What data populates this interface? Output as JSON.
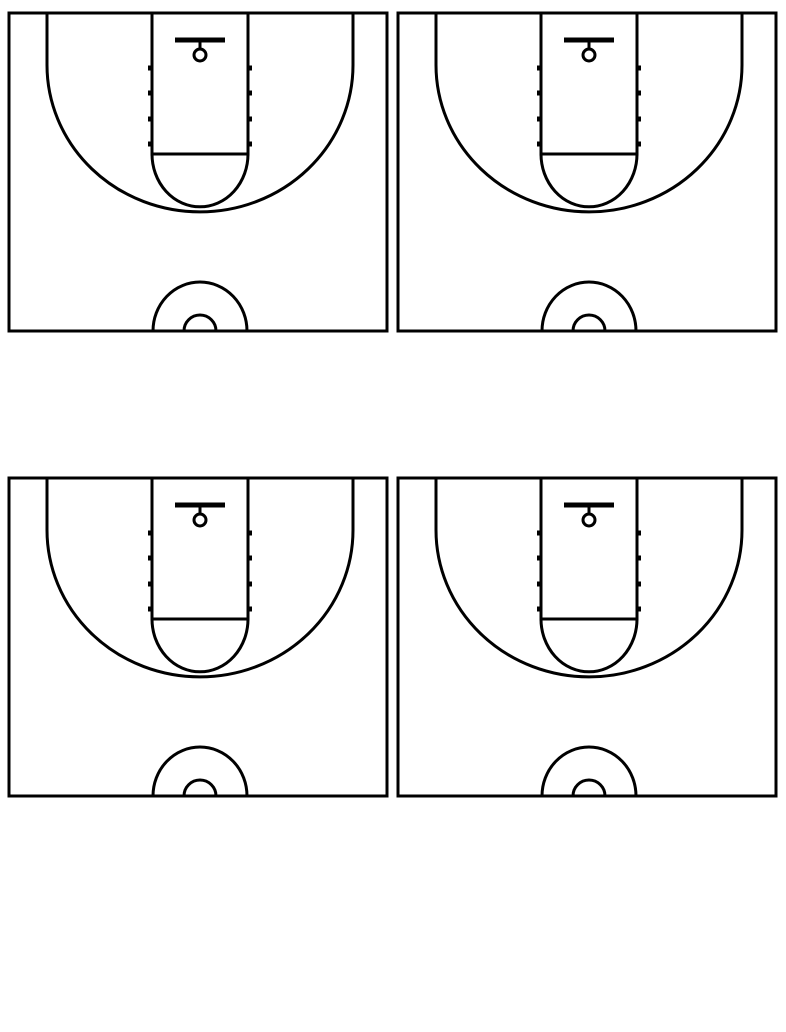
{
  "page": {
    "background": "#ffffff",
    "line_color": "#000000"
  },
  "courts": [
    {
      "id": "court-1",
      "view": "half-court",
      "icon": "basketball-half-court-diagram"
    },
    {
      "id": "court-2",
      "view": "half-court",
      "icon": "basketball-half-court-diagram"
    },
    {
      "id": "court-3",
      "view": "half-court",
      "icon": "basketball-half-court-diagram"
    },
    {
      "id": "court-4",
      "view": "half-court",
      "icon": "basketball-half-court-diagram"
    }
  ]
}
